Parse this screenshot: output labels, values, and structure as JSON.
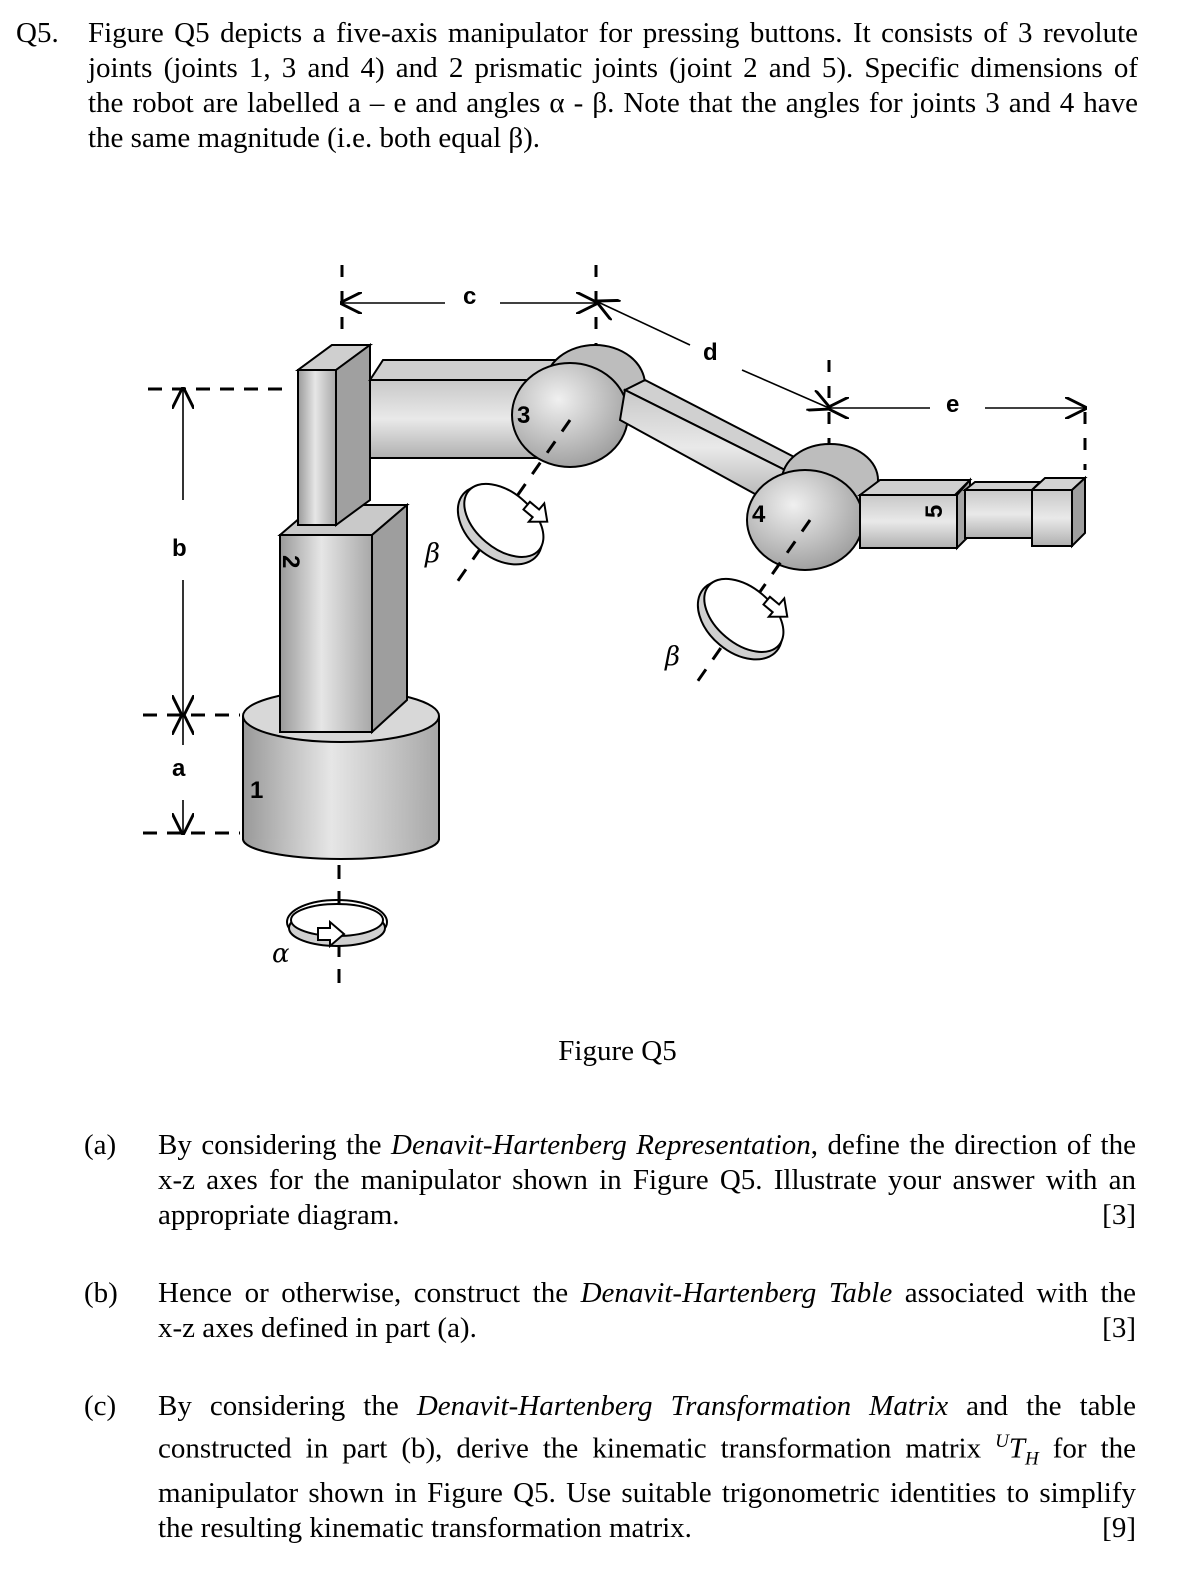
{
  "question": {
    "number": "Q5.",
    "intro_lines": [
      "Figure Q5 depicts a five-axis manipulator for pressing buttons.  It consists of 3 revolute",
      "joints (joints 1, 3 and 4) and 2 prismatic joints (joint 2 and 5).  Specific dimensions of",
      "the robot are labelled a – e and angles α  - β.  Note that the angles for joints 3 and 4 have",
      "the same magnitude (i.e. both equal β)."
    ]
  },
  "figure": {
    "caption": "Figure Q5",
    "dimension_labels": {
      "a": "a",
      "b": "b",
      "c": "c",
      "d": "d",
      "e": "e"
    },
    "joint_labels": {
      "j1": "1",
      "j2": "2",
      "j3": "3",
      "j4": "4",
      "j5": "5"
    },
    "angle_labels": {
      "alpha": "α",
      "beta_3": "β",
      "beta_4": "β"
    }
  },
  "parts": [
    {
      "label": "(a)",
      "lines": [
        [
          "By considering the ",
          {
            "em": "Denavit-Hartenberg Representation"
          },
          ", define the direction of the"
        ],
        [
          "x-z axes for the manipulator shown in Figure Q5.  Illustrate your answer with an"
        ],
        [
          "appropriate diagram."
        ]
      ],
      "marks": "[3]"
    },
    {
      "label": "(b)",
      "lines": [
        [
          "Hence or otherwise, construct the ",
          {
            "em": "Denavit-Hartenberg Table"
          },
          " associated with the"
        ],
        [
          "x-z axes defined in part (a)."
        ]
      ],
      "marks": "[3]"
    },
    {
      "label": "(c)",
      "lines": [
        [
          "By considering the ",
          {
            "em": "Denavit-Hartenberg Transformation Matrix"
          },
          " and the table"
        ],
        [
          "constructed in part (b), derive the kinematic transformation matrix ",
          {
            "sup": "U"
          },
          {
            "em": "T"
          },
          {
            "sub": "H"
          },
          " for the"
        ],
        [
          "manipulator shown in Figure Q5.  Use suitable trigonometric identities to simplify"
        ],
        [
          "the resulting kinematic transformation matrix."
        ]
      ],
      "marks": "[9]"
    }
  ]
}
